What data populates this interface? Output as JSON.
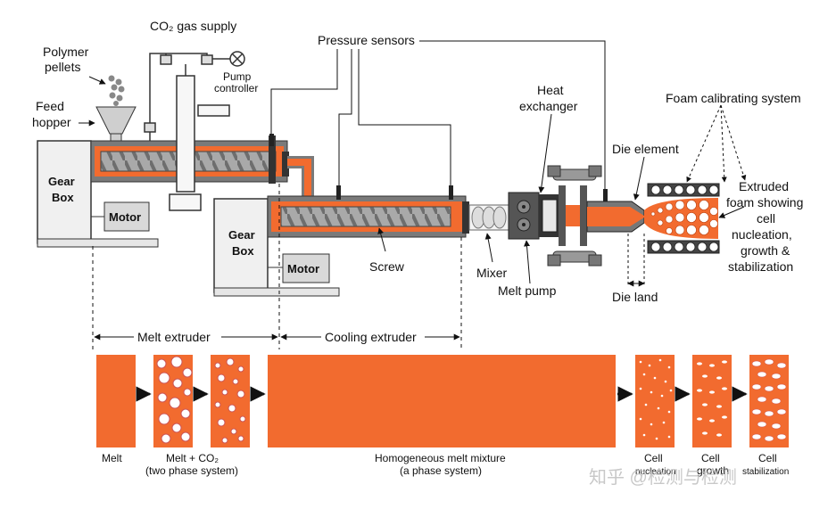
{
  "labels": {
    "co2_supply": "CO₂ gas supply",
    "pressure_sensors": "Pressure sensors",
    "polymer_pellets_1": "Polymer",
    "polymer_pellets_2": "pellets",
    "pump_controller_1": "Pump",
    "pump_controller_2": "controller",
    "feed_hopper_1": "Feed",
    "feed_hopper_2": "hopper",
    "gearbox1_1": "Gear",
    "gearbox1_2": "Box",
    "motor1": "Motor",
    "gearbox2_1": "Gear",
    "gearbox2_2": "Box",
    "motor2": "Motor",
    "screw": "Screw",
    "heat_exchanger_1": "Heat",
    "heat_exchanger_2": "exchanger",
    "die_element": "Die element",
    "foam_calibrating": "Foam calibrating system",
    "extruded_foam": [
      "Extruded",
      "foam showing",
      "cell",
      "nucleation,",
      "growth &",
      "stabilization"
    ],
    "mixer": "Mixer",
    "melt_pump": "Melt pump",
    "die_land": "Die land",
    "melt_extruder": "Melt extruder",
    "cooling_extruder": "Cooling extruder"
  },
  "stages": {
    "melt": "Melt",
    "melt_co2_1": "Melt + CO₂",
    "melt_co2_2": "(two phase system)",
    "homogeneous_1": "Homogeneous melt mixture",
    "homogeneous_2": "(a phase system)",
    "cell_1_1": "Cell",
    "cell_1_2": "nucleation",
    "cell_2_1": "Cell",
    "cell_2_2": "growth",
    "cell_3_1": "Cell",
    "cell_3_2": "stabilization"
  },
  "watermark": "知乎 @检测与检测",
  "colors": {
    "melt": "#f26b2f",
    "metal_dark": "#5a5a5a",
    "metal_mid": "#9a9a9a",
    "box_fill": "#f0f0f0",
    "motor_fill": "#d9d9d9"
  }
}
